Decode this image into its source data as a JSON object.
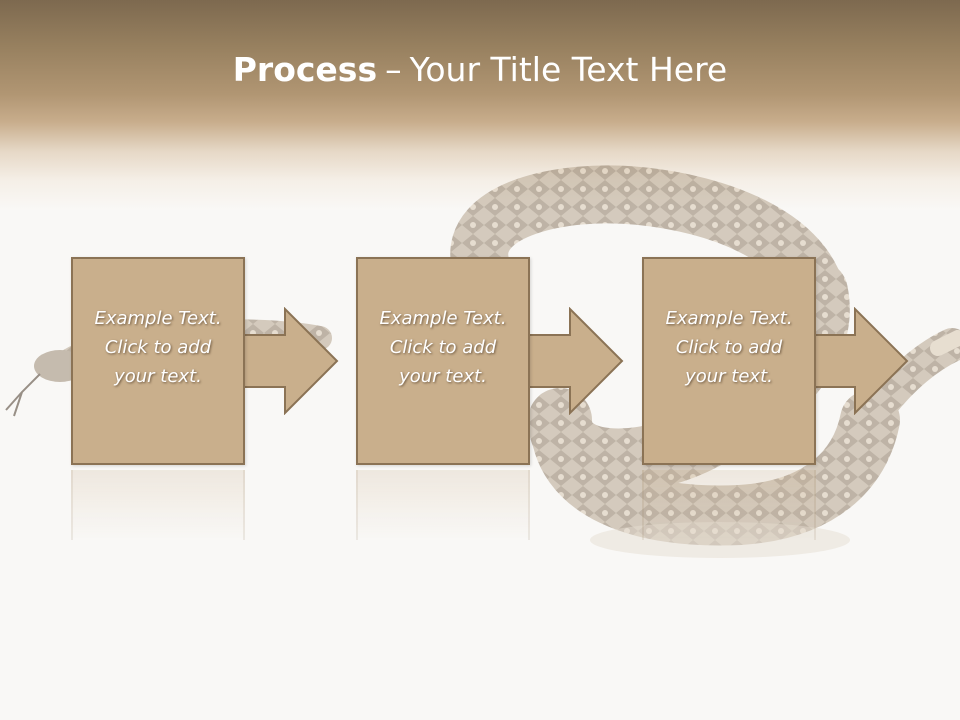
{
  "slide": {
    "title_bold": "Process",
    "title_separator": "–",
    "title_rest": "Your Title Text Here"
  },
  "steps": [
    {
      "lines": [
        "Example Text.",
        "Click  to add",
        "your text."
      ]
    },
    {
      "lines": [
        "Example Text.",
        "Click  to add",
        "your text."
      ]
    },
    {
      "lines": [
        "Example Text.",
        "Click  to add",
        "your text."
      ]
    }
  ],
  "colors": {
    "box_fill": "#c9af8c",
    "box_border": "#8b7355",
    "arrow_fill": "#c9af8c",
    "header_dark": "#7d694f",
    "title_text": "#ffffff"
  },
  "background_image": "snake-icon"
}
